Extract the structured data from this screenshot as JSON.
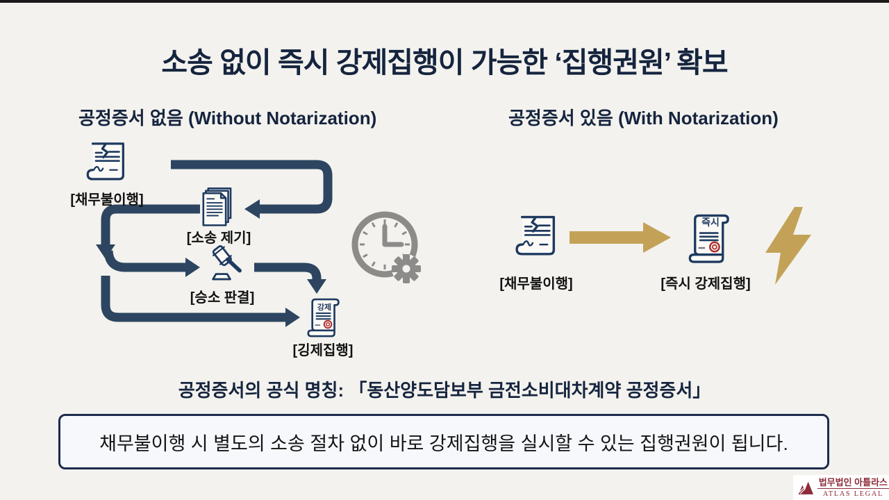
{
  "title": "소송 없이 즉시 강제집행이 가능한 ‘집행권원’ 확보",
  "left_panel": {
    "header": "공정증서 없음 (Without Notarization)",
    "steps": [
      {
        "icon": "torn-contract-icon",
        "label": "[채무불이행]"
      },
      {
        "icon": "lawsuit-documents-icon",
        "label": "[소송 제기]"
      },
      {
        "icon": "gavel-icon",
        "label": "[승소 판결]"
      },
      {
        "icon": "enforcement-scroll-icon",
        "label": "[깅제집행]",
        "scroll_text": "강제"
      }
    ]
  },
  "middle": {
    "icon": "clock-gear-icon"
  },
  "right_panel": {
    "header": "공정증서 있음 (With Notarization)",
    "steps": [
      {
        "icon": "torn-contract-icon",
        "label": "[채무불이행]"
      },
      {
        "icon": "notarized-scroll-icon",
        "label": "[즉시 강제집행]",
        "scroll_text": "즉시"
      }
    ],
    "connector_icon": "gold-arrow-icon",
    "speed_icon": "lightning-bolt-icon"
  },
  "subtitle": "공정증서의 공식 명칭: 「동산양도담보부 금전소비대차계약 공정증서」",
  "callout": {
    "text": "채무불이행 시 별도의 소송 절차 없이 바로 강제집행을 실시할 수 있는 집행권원이 됩니다."
  },
  "logo": {
    "name_ko": "법무법인 아틀라스",
    "name_en": "ATLAS LEGAL"
  },
  "colors": {
    "background": "#f3f2ee",
    "navy_text": "#15243e",
    "flow_arrow": "#2d4560",
    "icon_stroke": "#1e3a5f",
    "gold": "#c3a258",
    "clock_gray": "#8d8b89",
    "seal_red": "#b03030",
    "logo_maroon": "#8e2b3a"
  }
}
